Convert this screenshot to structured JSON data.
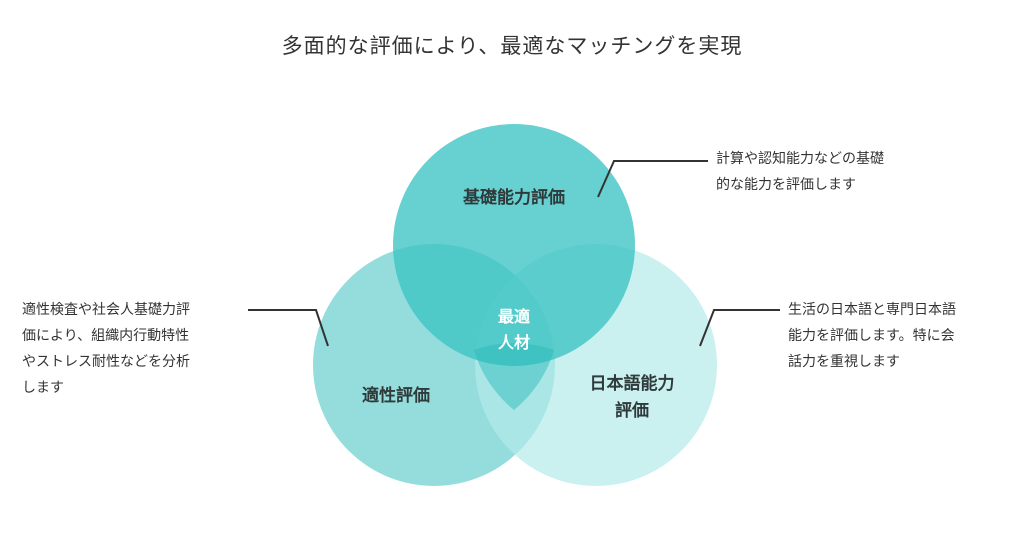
{
  "title": "多面的な評価により、最適なマッチングを実現",
  "colors": {
    "basic": "#3cc3c3",
    "aptitude": "#72d2d2",
    "japanese": "#b3e9e9",
    "center": "#24b9b9",
    "connector": "#333333"
  },
  "circles": {
    "basic": {
      "label": "基礎能力評価"
    },
    "aptitude": {
      "label": "適性評価"
    },
    "japanese": {
      "label_line1": "日本語能力",
      "label_line2": "評価"
    },
    "center": {
      "label_line1": "最適",
      "label_line2": "人材"
    }
  },
  "annotations": {
    "basic": "計算や認知能力などの基礎\n的な能力を評価します",
    "aptitude": "適性検査や社会人基礎力評\n価により、組織内行動特性\nやストレス耐性などを分析\nします",
    "japanese": "生活の日本語と専門日本語\n能力を評価します。特に会\n話力を重視します"
  }
}
